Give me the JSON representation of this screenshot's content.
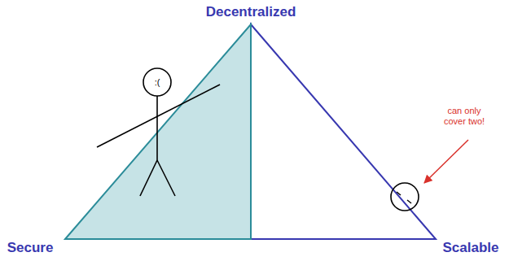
{
  "diagram": {
    "nodes": [
      {
        "text": [
          ":("
        ]
      }
    ],
    "labels": [
      "Decentralized",
      "Secure",
      "Scalable",
      "can only cover two!"
    ]
  }
}
